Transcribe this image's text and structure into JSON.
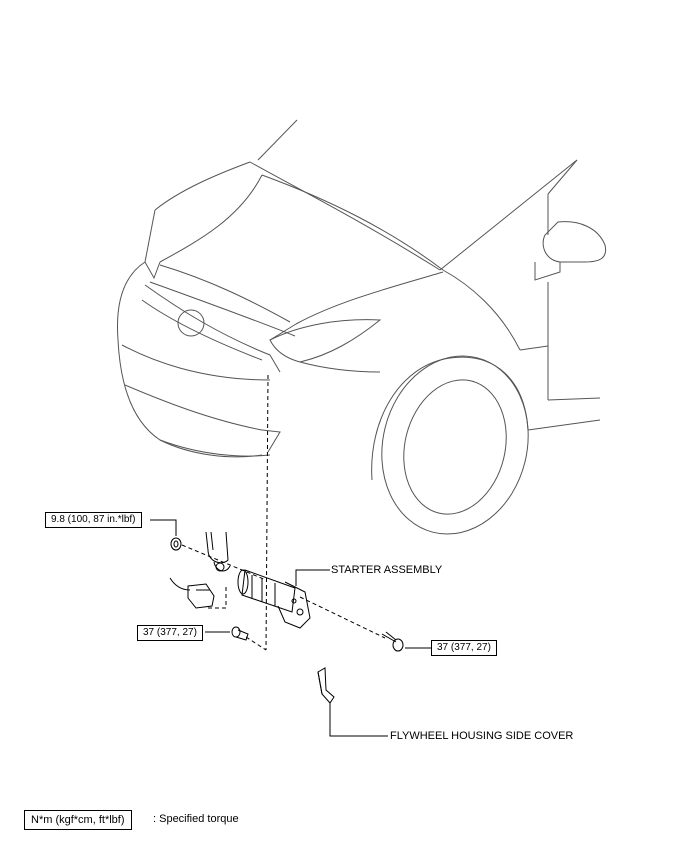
{
  "labels": {
    "starter_assembly": "STARTER ASSEMBLY",
    "flywheel_cover": "FLYWHEEL HOUSING SIDE COVER"
  },
  "torque": {
    "nut": "9.8 (100, 87 in.*lbf)",
    "bolt_left": "37 (377, 27)",
    "bolt_right": "37 (377, 27)"
  },
  "legend": {
    "unit": "N*m (kgf*cm, ft*lbf)",
    "description": ": Specified torque"
  }
}
